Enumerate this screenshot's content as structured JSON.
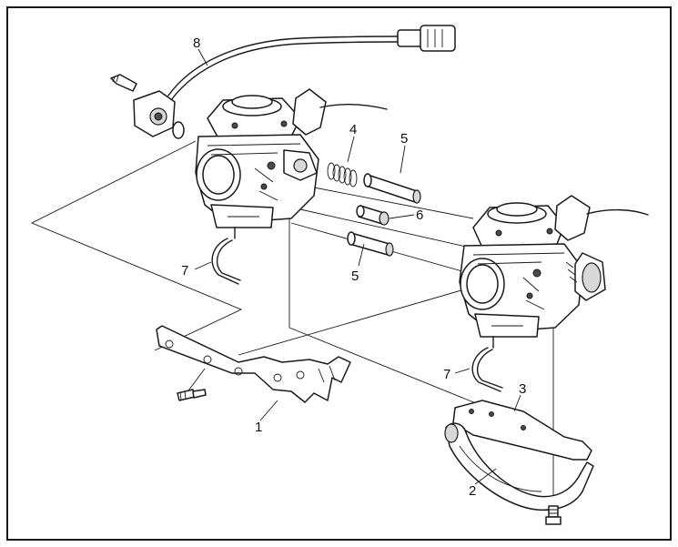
{
  "callouts": {
    "c1": "1",
    "c2": "2",
    "c3": "3",
    "c4": "4",
    "c5a": "5",
    "c5b": "5",
    "c6": "6",
    "c7a": "7",
    "c7b": "7",
    "c8": "8"
  },
  "colors": {
    "line": "#1a1a1a",
    "fill": "#ffffff",
    "shade": "#d8d8d8"
  }
}
